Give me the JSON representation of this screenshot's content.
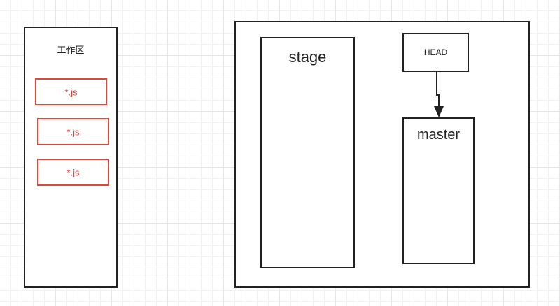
{
  "workspace": {
    "title": "工作区",
    "files": [
      "*.js",
      "*.js",
      "*.js"
    ]
  },
  "repo": {
    "stage_label": "stage",
    "head_label": "HEAD",
    "master_label": "master"
  },
  "colors": {
    "box_border": "#222222",
    "file_border": "#e0463a",
    "grid": "#e6e6e6"
  }
}
